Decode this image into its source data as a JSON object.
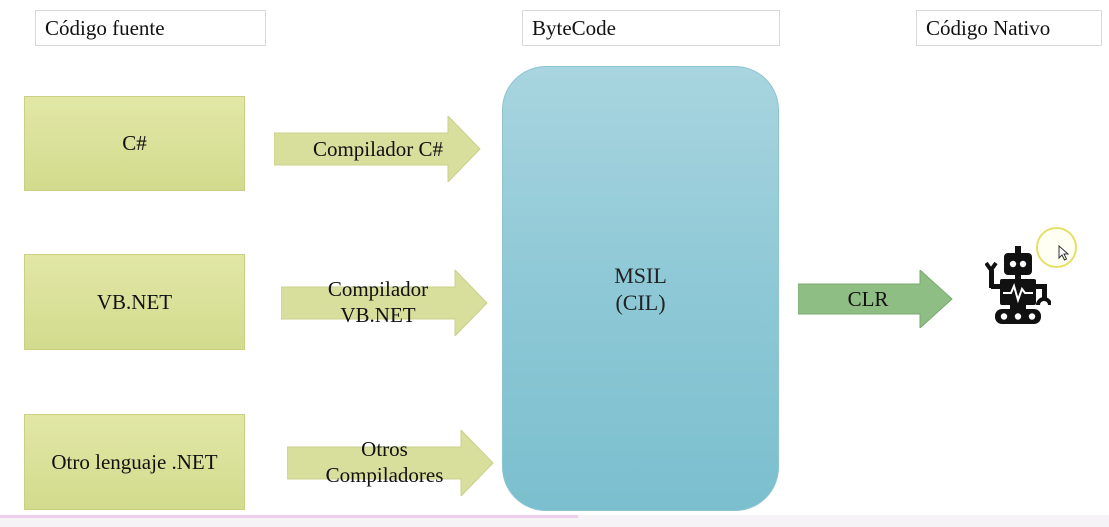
{
  "headers": {
    "source": "Código fuente",
    "bytecode": "ByteCode",
    "native": "Código Nativo"
  },
  "sources": [
    {
      "label": "C#"
    },
    {
      "label": "VB.NET"
    },
    {
      "label": "Otro lenguaje .NET"
    }
  ],
  "compilers": [
    {
      "line1": "Compilador C#",
      "line2": ""
    },
    {
      "line1": "Compilador",
      "line2": "VB.NET"
    },
    {
      "line1": "Otros",
      "line2": "Compiladores"
    }
  ],
  "bytecode_box": {
    "line1": "MSIL",
    "line2": "(CIL)"
  },
  "runtime": {
    "label": "CLR"
  },
  "icons": {
    "native_target": "robot-icon",
    "cursor": "pointer-cursor-icon"
  },
  "colors": {
    "source_box": "#d6de93",
    "compiler_arrow": "#d8df9c",
    "clr_arrow": "#8fbe84",
    "msil_box": "#8ec8d6"
  }
}
